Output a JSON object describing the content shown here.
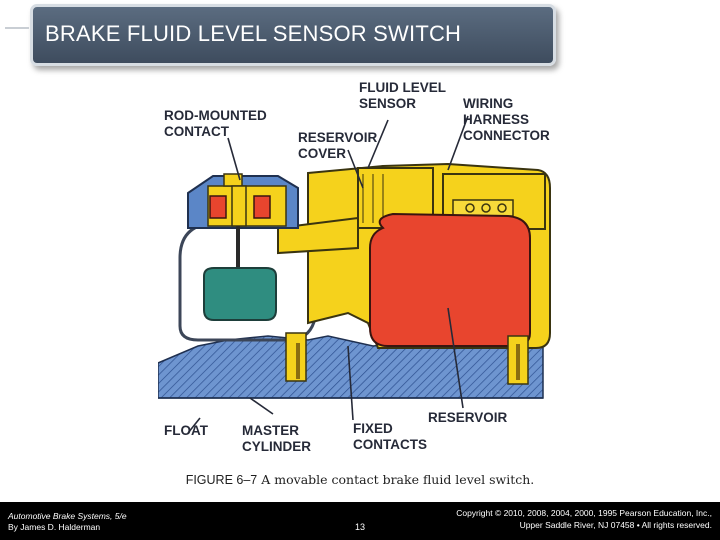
{
  "slide": {
    "title": "BRAKE FLUID LEVEL SENSOR SWITCH"
  },
  "figure": {
    "labels": {
      "rod_mounted_contact": "ROD-MOUNTED\nCONTACT",
      "fluid_level_sensor": "FLUID LEVEL\nSENSOR",
      "wiring_harness_connector": "WIRING\nHARNESS\nCONNECTOR",
      "reservoir_cover": "RESERVOIR\nCOVER",
      "float": "FLOAT",
      "master_cylinder": "MASTER\nCYLINDER",
      "fixed_contacts": "FIXED\nCONTACTS",
      "reservoir": "RESERVOIR"
    },
    "caption_label": "FIGURE 6–7",
    "caption_text": "A movable contact brake fluid level switch.",
    "colors": {
      "housing_yellow": "#f5d21c",
      "reservoir_red": "#e8452e",
      "float_teal": "#2f8d80",
      "cylinder_blue": "#5b86c7",
      "label_ink": "#262a38"
    }
  },
  "footer": {
    "book_title": "Automotive Brake Systems, 5/e",
    "author": "By James D. Halderman",
    "page_number": "13",
    "copyright_line1": "Copyright © 2010, 2008, 2004, 2000, 1995 Pearson Education, Inc.,",
    "copyright_line2": "Upper Saddle River, NJ 07458 • All rights reserved."
  }
}
